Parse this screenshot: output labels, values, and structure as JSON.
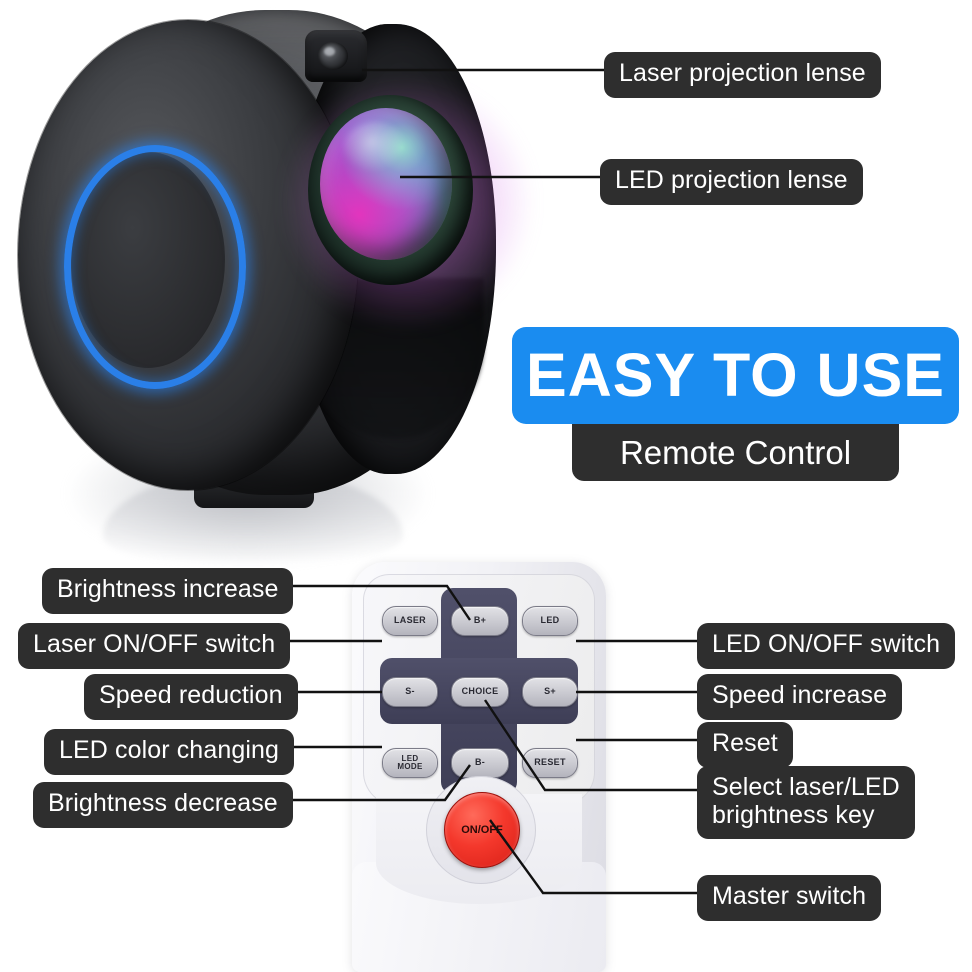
{
  "banner": {
    "headline": "EASY TO USE",
    "subtitle": "Remote Control",
    "blue_color": "#1a8cf0",
    "dark_color": "#2e2e2e"
  },
  "projector": {
    "callouts": [
      {
        "id": "laser-projection-lense",
        "label": "Laser projection lense"
      },
      {
        "id": "led-projection-lense",
        "label": "LED projection lense"
      }
    ],
    "parts": {
      "power_ring_color": "#2a7fe8",
      "body_color": "#2a2b2e",
      "led_lens_colors": [
        "#c83bbe",
        "#7e5bd8",
        "#3f7d5c",
        "#96e1cd"
      ]
    }
  },
  "remote": {
    "buttons": [
      {
        "id": "laser",
        "label": "LASER"
      },
      {
        "id": "b-plus",
        "label": "B+"
      },
      {
        "id": "led",
        "label": "LED"
      },
      {
        "id": "s-minus",
        "label": "S-"
      },
      {
        "id": "choice",
        "label": "CHOICE"
      },
      {
        "id": "s-plus",
        "label": "S+"
      },
      {
        "id": "led-mode",
        "label": "LED\nMODE"
      },
      {
        "id": "b-minus",
        "label": "B-"
      },
      {
        "id": "reset",
        "label": "RESET"
      }
    ],
    "power_button": {
      "id": "on-off",
      "label": "ON/OFF",
      "color": "#f4382c"
    },
    "callouts_left": [
      {
        "id": "brightness-increase",
        "label": "Brightness increase",
        "target": "b-plus"
      },
      {
        "id": "laser-on-off-switch",
        "label": "Laser ON/OFF switch",
        "target": "laser"
      },
      {
        "id": "speed-reduction",
        "label": "Speed reduction",
        "target": "s-minus"
      },
      {
        "id": "led-color-changing",
        "label": "LED color changing",
        "target": "led-mode"
      },
      {
        "id": "brightness-decrease",
        "label": "Brightness decrease",
        "target": "b-minus"
      }
    ],
    "callouts_right": [
      {
        "id": "led-on-off-switch",
        "label": "LED ON/OFF switch",
        "target": "led"
      },
      {
        "id": "speed-increase",
        "label": "Speed increase",
        "target": "s-plus"
      },
      {
        "id": "reset-label",
        "label": "Reset",
        "target": "reset"
      },
      {
        "id": "select-brightness-key",
        "label": "Select laser/LED\nbrightness key",
        "target": "choice"
      },
      {
        "id": "master-switch",
        "label": "Master switch",
        "target": "on-off"
      }
    ]
  }
}
